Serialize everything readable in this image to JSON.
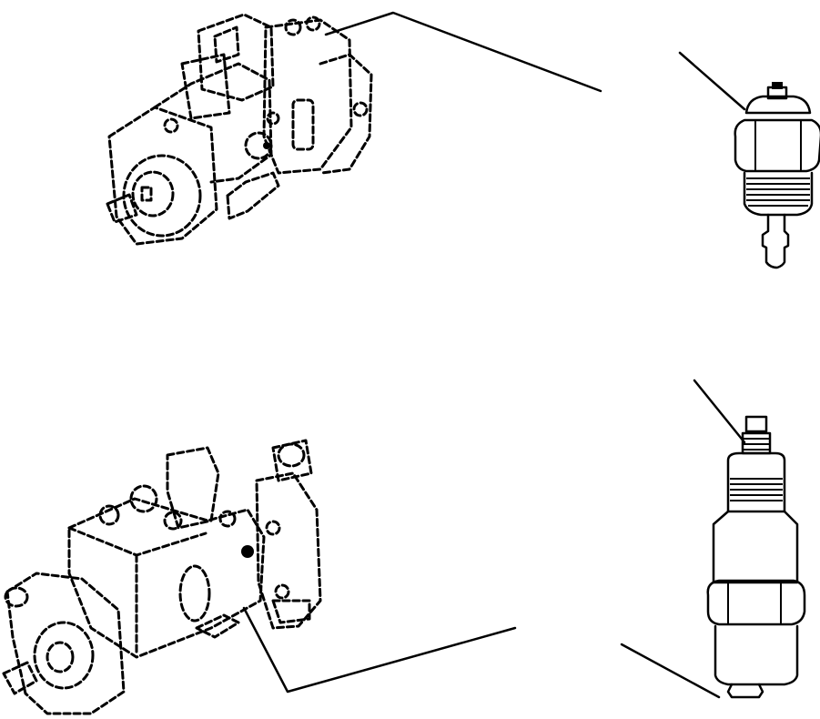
{
  "figure": {
    "kind": "parts-illustration",
    "line_color": "#000000",
    "background_color": "#ffffff",
    "views": [
      {
        "component": "injection-pump",
        "style": "dashed-outline",
        "position": "top-left"
      },
      {
        "component": "fuel-shutoff-solenoid",
        "style": "solid",
        "position": "top-right"
      },
      {
        "component": "injection-pump",
        "style": "dashed-outline",
        "position": "bottom-left"
      },
      {
        "component": "fuel-shutoff-solenoid",
        "style": "solid",
        "position": "bottom-right"
      }
    ]
  }
}
